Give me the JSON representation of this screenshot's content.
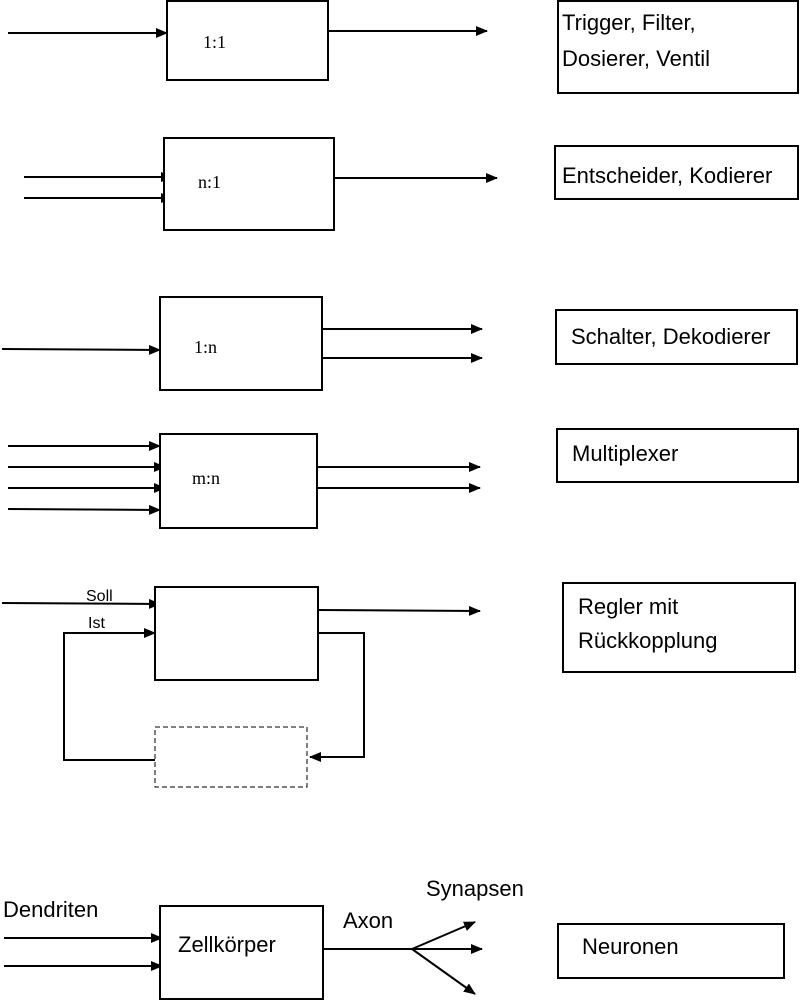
{
  "rows": [
    {
      "box_label": "1:1",
      "caption_lines": [
        "Trigger, Filter,",
        "Dosierer, Ventil"
      ]
    },
    {
      "box_label": "n:1",
      "caption_lines": [
        "Entscheider, Kodierer"
      ]
    },
    {
      "box_label": "1:n",
      "caption_lines": [
        "Schalter, Dekodierer"
      ]
    },
    {
      "box_label": "m:n",
      "caption_lines": [
        "Multiplexer"
      ]
    },
    {
      "box_label": "",
      "input_labels": [
        "Soll",
        "Ist"
      ],
      "caption_lines": [
        "Regler mit",
        "Rückkopplung"
      ]
    }
  ],
  "neuron": {
    "dendrites_label": "Dendriten",
    "body_label": "Zellkörper",
    "axon_label": "Axon",
    "synapses_label": "Synapsen",
    "caption": "Neuronen"
  }
}
